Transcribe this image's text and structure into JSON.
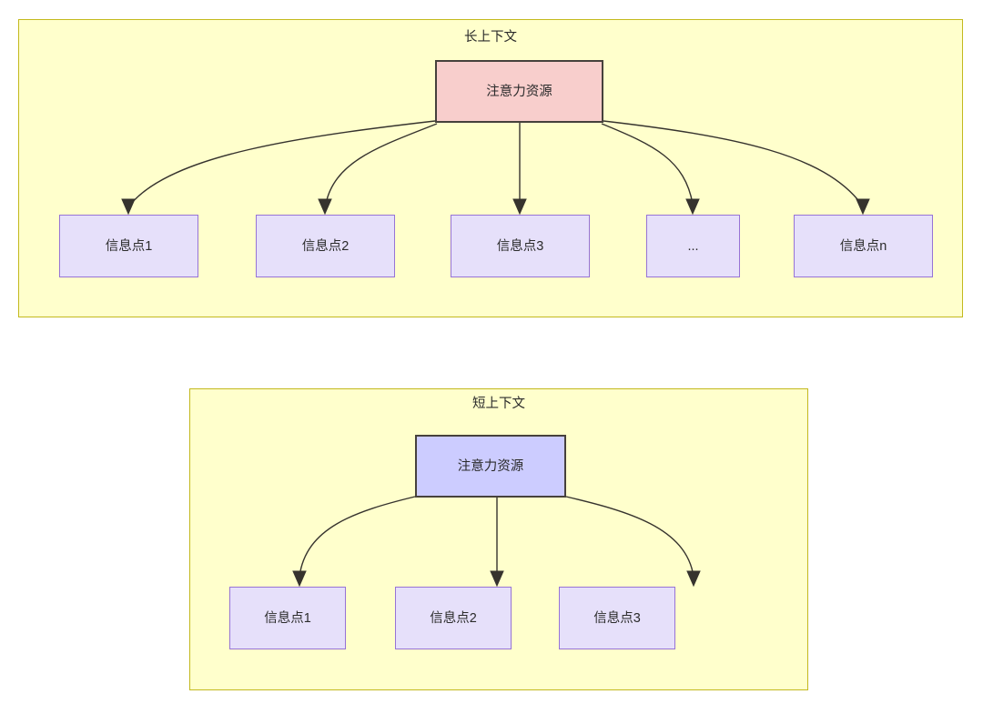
{
  "diagram": {
    "type": "attention-allocation-comparison",
    "panels": [
      {
        "id": "long-context",
        "title": "长上下文",
        "source": {
          "label": "注意力资源",
          "fill": "#f8cecc",
          "stroke": "#46413c"
        },
        "targets": [
          {
            "label": "信息点1"
          },
          {
            "label": "信息点2"
          },
          {
            "label": "信息点3"
          },
          {
            "label": "..."
          },
          {
            "label": "信息点n"
          }
        ],
        "panel_fill": "#ffffcc",
        "panel_stroke": "#c3b91e",
        "target_fill": "#e6e0fa",
        "target_stroke": "#9673d6"
      },
      {
        "id": "short-context",
        "title": "短上下文",
        "source": {
          "label": "注意力资源",
          "fill": "#ccccff",
          "stroke": "#46413c"
        },
        "targets": [
          {
            "label": "信息点1"
          },
          {
            "label": "信息点2"
          },
          {
            "label": "信息点3"
          }
        ],
        "panel_fill": "#ffffcc",
        "panel_stroke": "#c3b91e",
        "target_fill": "#e6e0fa",
        "target_stroke": "#9673d6"
      }
    ]
  }
}
